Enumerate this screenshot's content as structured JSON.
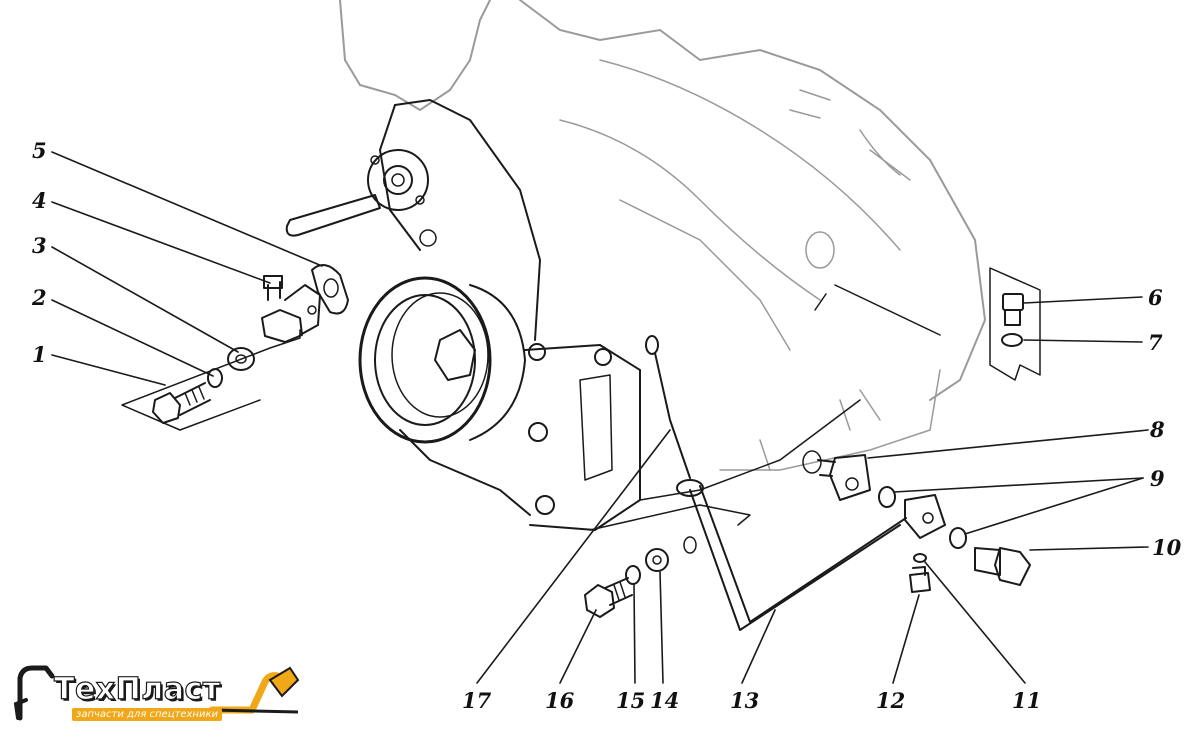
{
  "diagram": {
    "callouts": [
      {
        "id": "1",
        "label": "1"
      },
      {
        "id": "2",
        "label": "2"
      },
      {
        "id": "3",
        "label": "3"
      },
      {
        "id": "4",
        "label": "4"
      },
      {
        "id": "5",
        "label": "5"
      },
      {
        "id": "6",
        "label": "6"
      },
      {
        "id": "7",
        "label": "7"
      },
      {
        "id": "8",
        "label": "8"
      },
      {
        "id": "9",
        "label": "9"
      },
      {
        "id": "10",
        "label": "10"
      },
      {
        "id": "11",
        "label": "11"
      },
      {
        "id": "12",
        "label": "12"
      },
      {
        "id": "13",
        "label": "13"
      },
      {
        "id": "14",
        "label": "14"
      },
      {
        "id": "15",
        "label": "15"
      },
      {
        "id": "16",
        "label": "16"
      },
      {
        "id": "17",
        "label": "17"
      }
    ]
  },
  "logo": {
    "name": "ТехПласт",
    "tagline": "запчасти для спецтехники",
    "icon": "excavator-icon",
    "accent_color": "#f0a718"
  }
}
